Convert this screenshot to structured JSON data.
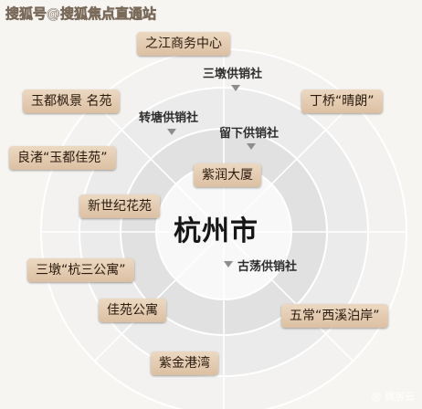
{
  "watermark_top": "搜狐号@搜狐焦点直通站",
  "watermark_bottom": "@ 微房云",
  "center": "杭州市",
  "projects": [
    {
      "id": "zhijiang",
      "text": "之江商务中心"
    },
    {
      "id": "yudu-fengjing",
      "text": "玉都枫景 名苑"
    },
    {
      "id": "dingqiao",
      "text": "丁桥“晴朗”"
    },
    {
      "id": "liangzhu",
      "text": "良渚“玉都佳苑”"
    },
    {
      "id": "zirun",
      "text": "紫润大厦"
    },
    {
      "id": "xinshiji",
      "text": "新世纪花苑"
    },
    {
      "id": "sandun-hang",
      "text": "三墩“杭三公寓”"
    },
    {
      "id": "jiayuan",
      "text": "佳苑公寓"
    },
    {
      "id": "wuchang",
      "text": "五常“西溪泊岸”"
    },
    {
      "id": "zijin",
      "text": "紫金港湾"
    }
  ],
  "coops": [
    {
      "id": "sandun",
      "text": "三墩供销社"
    },
    {
      "id": "zhuantang",
      "text": "转塘供销社"
    },
    {
      "id": "liuxia",
      "text": "留下供销社"
    },
    {
      "id": "gudang",
      "text": "古荡供销社"
    }
  ]
}
